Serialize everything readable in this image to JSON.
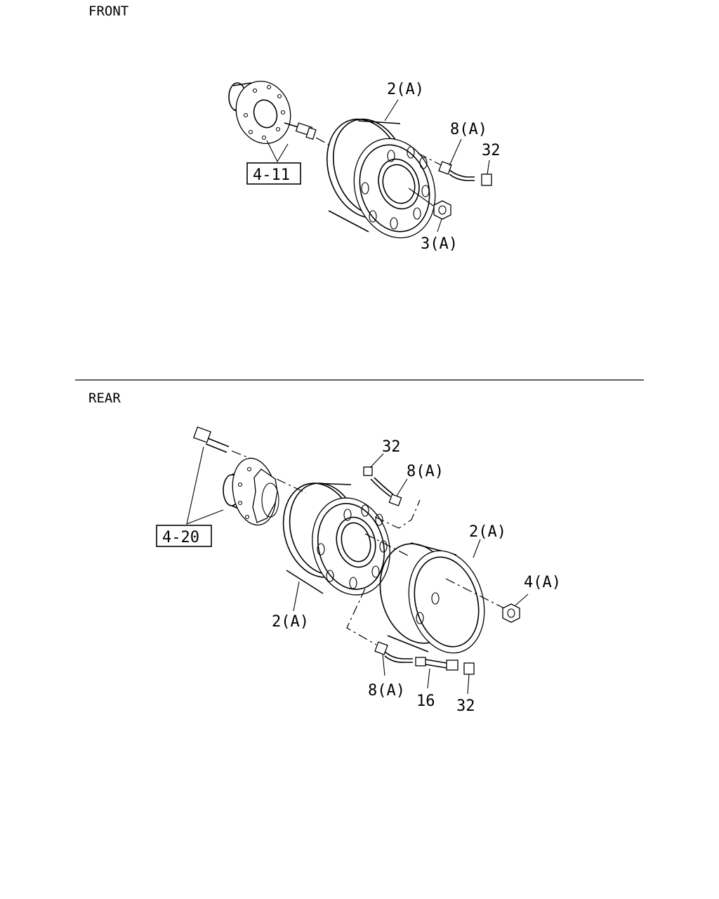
{
  "sections": {
    "front": "FRONT",
    "rear": "REAR"
  },
  "front": {
    "ref_box": "4-11",
    "callouts": {
      "wheel": "2(A)",
      "valve": "8(A)",
      "cap": "32",
      "nut": "3(A)"
    }
  },
  "rear": {
    "ref_box": "4-20",
    "callouts": {
      "cap_top": "32",
      "valve_top": "8(A)",
      "outer_wheel": "2(A)",
      "nut": "4(A)",
      "inner_wheel": "2(A)",
      "valve_bottom": "8(A)",
      "extension": "16",
      "cap_bottom": "32"
    }
  }
}
